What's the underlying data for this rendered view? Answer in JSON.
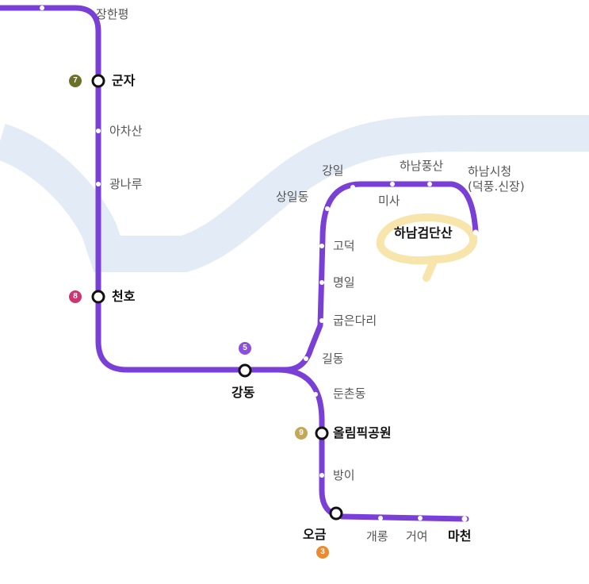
{
  "colors": {
    "line5": "#7a3fd6",
    "river": "#e3ebf6",
    "highlight": "#f7e4a6",
    "line7": "#6b7029",
    "line8": "#cc3572",
    "line9": "#c4a85a",
    "line3": "#ee8a2e",
    "badge5": "#8a4fe0"
  },
  "stations": {
    "janghanpyeong": "장한평",
    "gunja": "군자",
    "achasan": "아차산",
    "gwangnaru": "광나루",
    "cheonho": "천호",
    "gangdong": "강동",
    "gildong": "길동",
    "gubeundari": "굽은다리",
    "myeongil": "명일",
    "godeok": "고덕",
    "sangildong": "상일동",
    "gangil": "강일",
    "misa": "미사",
    "hanampungsan": "하남풍산",
    "hanamsicheong_1": "하남시청",
    "hanamsicheong_2": "(덕풍.신장)",
    "hanamgeomdansan": "하남검단산",
    "dunchondong": "둔촌동",
    "olympicpark": "올림픽공원",
    "bangi": "방이",
    "ogeum": "오금",
    "gaerong": "개롱",
    "geoyeo": "거여",
    "macheon": "마천"
  },
  "badges": {
    "line7": "7",
    "line8": "8",
    "line5": "5",
    "line9": "9",
    "line3": "3"
  }
}
